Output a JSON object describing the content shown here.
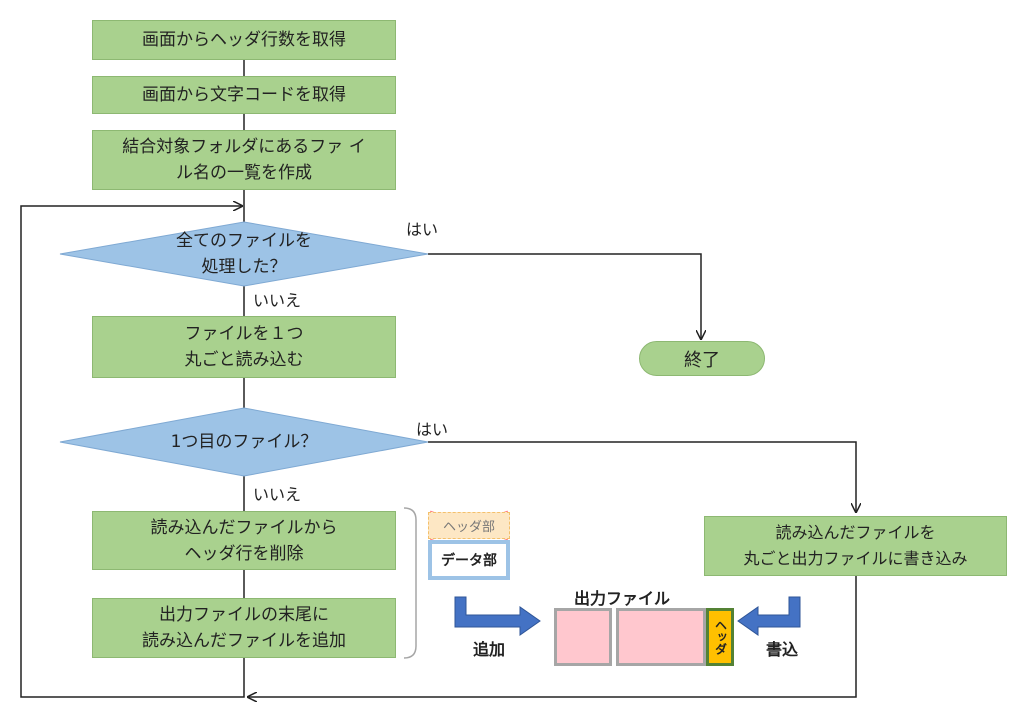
{
  "steps": {
    "get_header_rows": "画面からヘッダ行数を取得",
    "get_char_code": "画面から文字コードを取得",
    "make_file_list": "結合対象フォルダにあるファ イ\nル名の一覧を作成",
    "read_file_whole": "ファイルを１つ\n丸ごと読み込む",
    "delete_header": "読み込んだファイルから\nヘッダ行を削除",
    "append_output": "出力ファイルの末尾に\n読み込んだファイルを追加",
    "write_whole_output": "読み込んだファイルを\n丸ごと出力ファイルに書き込み"
  },
  "decisions": {
    "all_processed": "全てのファイルを\n処理した？",
    "first_file": "1つ目のファイル？"
  },
  "terminal": {
    "end": "終了"
  },
  "branch_labels": {
    "yes_1": "はい",
    "no_1": "いいえ",
    "yes_2": "はい",
    "no_2": "いいえ"
  },
  "illustration": {
    "header_part": "ヘッダ部",
    "data_part": "データ部",
    "output_file": "出力ファイル",
    "header_vertical": "ヘッダ",
    "append": "追加",
    "write": "書込"
  },
  "colors": {
    "process_fill": "#a9d18e",
    "decision_fill": "#9dc3e6",
    "arrow_blue": "#4472c4",
    "output_fill": "#ffc7ce",
    "header_fill": "#ffc000",
    "cross_red": "#ff7f7f"
  }
}
